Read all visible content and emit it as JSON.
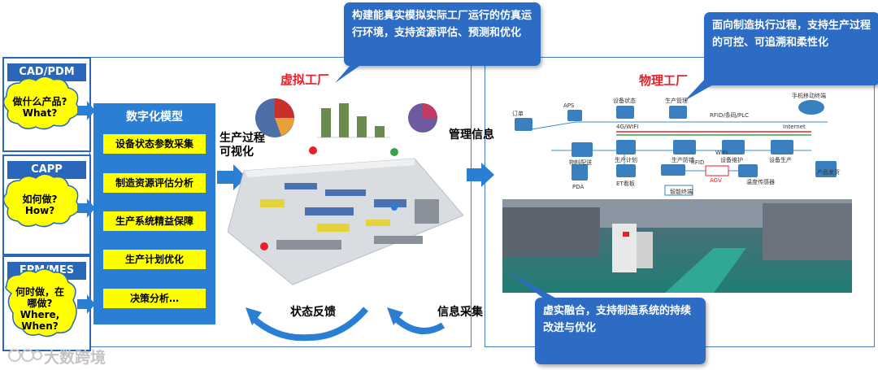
{
  "left_boxes": [
    {
      "title": "CAD/PDM",
      "bubble": "做什么产品?\nWhat?"
    },
    {
      "title": "CAPP",
      "bubble": "如何做?\nHow?"
    },
    {
      "title": "EPM/MES",
      "bubble": "何时做，在\n哪做?\nWhere,\nWhen?"
    }
  ],
  "model_panel": {
    "title": "数字化模型",
    "items": [
      "设备状态参数采集",
      "制造资源评估分析",
      "生产系统精益保障",
      "生产计划优化",
      "决策分析…"
    ]
  },
  "virtual": {
    "title": "虚拟工厂",
    "label_visual": "生产过程\n可视化",
    "label_info": "管理信息",
    "label_state": "状态反馈",
    "label_collect": "信息采集"
  },
  "physical": {
    "title": "物理工厂",
    "flow_labels": [
      "订单",
      "APS",
      "设备状态",
      "生产管理",
      "RFID/条码/PLC",
      "手机移动终端",
      "4G/WIFI",
      "Internet",
      "物料配送",
      "生产计划",
      "生产防错",
      "设备维护",
      "设备生产",
      "PDA",
      "RFID",
      "AGV",
      "WIFI",
      "ET看板",
      "温度传感器",
      "产品发货",
      "智能终端"
    ]
  },
  "callouts": {
    "top_center": "构建能真实模拟实际工厂运行的仿真运行环境，支持资源评估、预测和优化",
    "top_right": "面向制造执行过程，支持生产过程的可控、可追溯和柔性化",
    "bottom_right": "虚实融合，支持制造系统的持续改进与优化"
  },
  "watermark": "大数跨境",
  "colors": {
    "blue": "#2a67b8",
    "yellow": "#ffff00",
    "red": "#e8202a",
    "callout": "#2d6cc4"
  }
}
